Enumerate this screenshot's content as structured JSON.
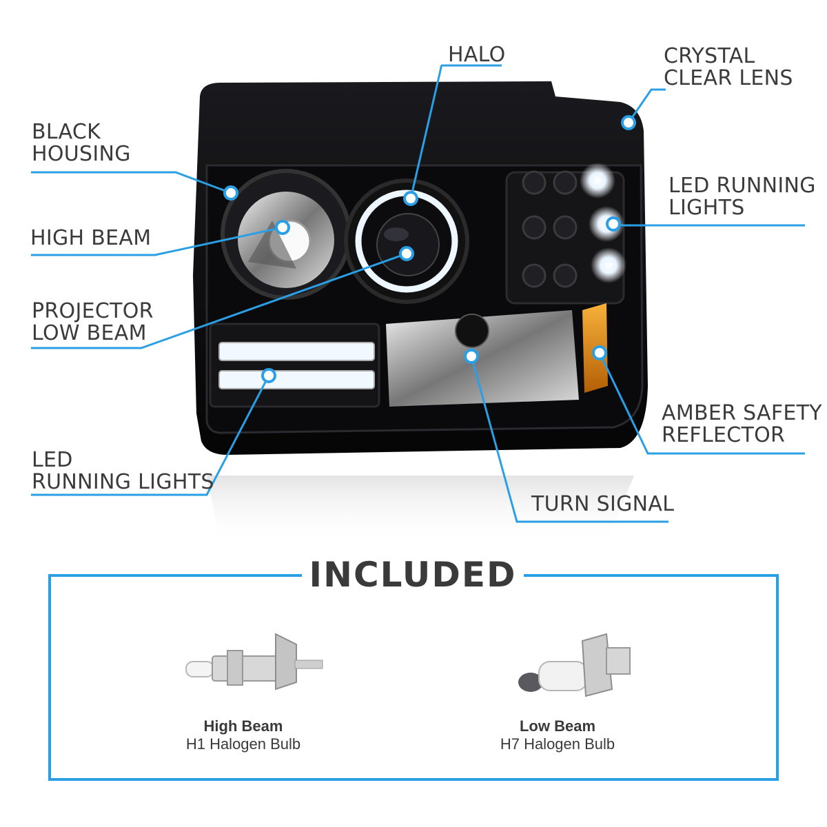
{
  "callouts": {
    "halo": [
      "HALO"
    ],
    "crystal_clear_lens": [
      "CRYSTAL",
      "CLEAR LENS"
    ],
    "black_housing": [
      "BLACK",
      "HOUSING"
    ],
    "led_running_lights_right": [
      "LED RUNNING",
      "LIGHTS"
    ],
    "high_beam": [
      "HIGH BEAM"
    ],
    "projector_low_beam": [
      "PROJECTOR",
      "LOW BEAM"
    ],
    "amber_safety_reflector": [
      "AMBER SAFETY",
      "REFLECTOR"
    ],
    "led_running_lights_left": [
      "LED",
      "RUNNING LIGHTS"
    ],
    "turn_signal": [
      "TURN SIGNAL"
    ]
  },
  "included": {
    "title": "INCLUDED",
    "items": [
      {
        "name": "High Beam",
        "desc": "H1 Halogen Bulb"
      },
      {
        "name": "Low Beam",
        "desc": "H7 Halogen Bulb"
      }
    ]
  },
  "colors": {
    "accent": "#2a9fe6",
    "housing": "#0d0d10",
    "amber": "#e08a12",
    "text": "#3a3a3a"
  }
}
